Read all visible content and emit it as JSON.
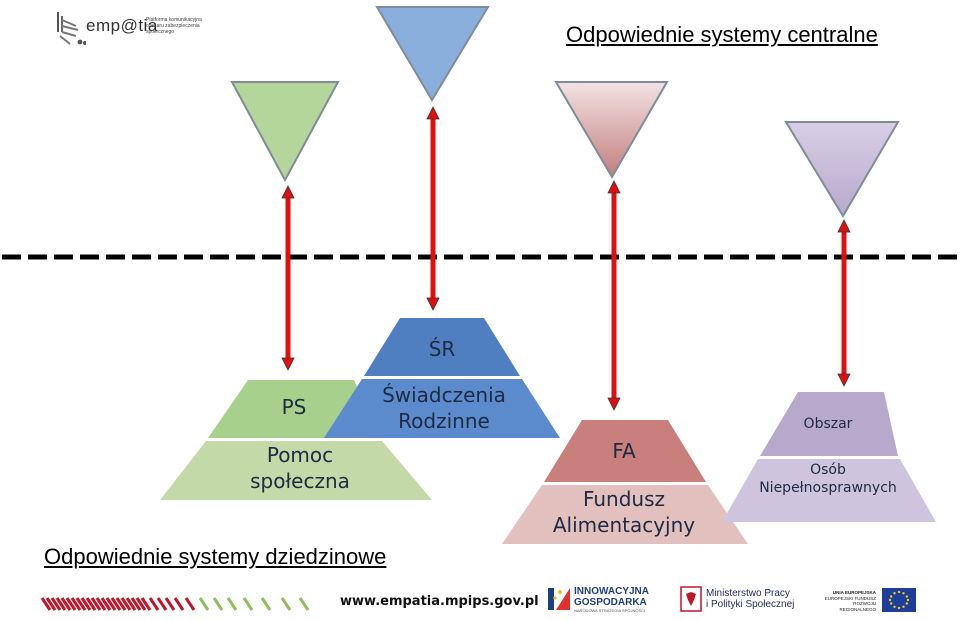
{
  "header": {
    "title": "Odpowiednie systemy centralne",
    "logo_name": "emp@tia",
    "logo_subtitle": "Platforma komunikacyjna obszaru zabezpieczenia społecznego"
  },
  "footer_title": "Odpowiednie systemy dziedzinowe",
  "diagram": {
    "systems": [
      {
        "top": "PS",
        "bottom": "Pomoc społeczna",
        "bottom_lines": [
          "Pomoc",
          "społeczna"
        ],
        "color_top": "#a8d08d",
        "color_bottom": "#c4d9a8",
        "triangle_color": "#b5d69a"
      },
      {
        "top": "ŚR",
        "bottom": "Świadczenia Rodzinne",
        "bottom_lines": [
          "Świadczenia",
          "Rodzinne"
        ],
        "color_top": "#4f7fc0",
        "color_bottom": "#5b8bcc",
        "triangle_color": "#8aaedb"
      },
      {
        "top": "FA",
        "bottom": "Fundusz Alimentacyjny",
        "bottom_lines": [
          "Fundusz",
          "Alimentacyjny"
        ],
        "color_top": "#c9807c",
        "color_bottom": "#e2c0bd",
        "triangle_color": "#d49a97"
      },
      {
        "top": "Obszar",
        "bottom": "Osób Niepełnosprawnych",
        "bottom_lines": [
          "Osób",
          "Niepełnosprawnych"
        ],
        "color_top": "#b7a9cc",
        "color_bottom": "#cfc4de",
        "triangle_color": "#c2b5d6"
      }
    ],
    "arrow_color": "#e01010",
    "divider_color": "#000000"
  },
  "footer": {
    "url": "www.empatia.mpips.gov.pl",
    "innowacyjna": "INNOWACYJNA",
    "gospodarka": "GOSPODARKA",
    "nss": "NARODOWA STRATEGIA SPÓJNOŚCI",
    "ministry_line1": "Ministerstwo Pracy",
    "ministry_line2": "i Polityki Społecznej",
    "ue_line1": "UNIA EUROPEJSKA",
    "ue_line2": "EUROPEJSKI FUNDUSZ",
    "ue_line3": "ROZWOJU REGIONALNEGO"
  }
}
